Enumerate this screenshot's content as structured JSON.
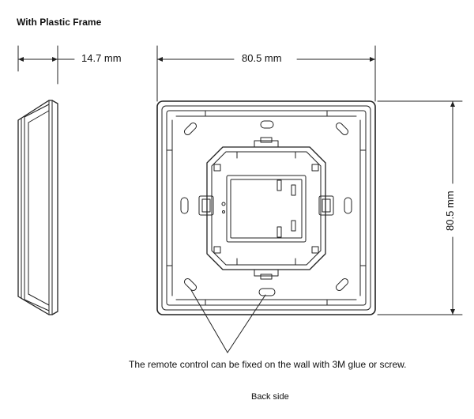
{
  "title": "With Plastic Frame",
  "dimensions": {
    "depth": "14.7 mm",
    "width": "80.5 mm",
    "height": "80.5 mm"
  },
  "note": "The remote control can be fixed on the wall with 3M glue or screw.",
  "caption": "Back side",
  "colors": {
    "line": "#222222",
    "text": "#111111"
  }
}
